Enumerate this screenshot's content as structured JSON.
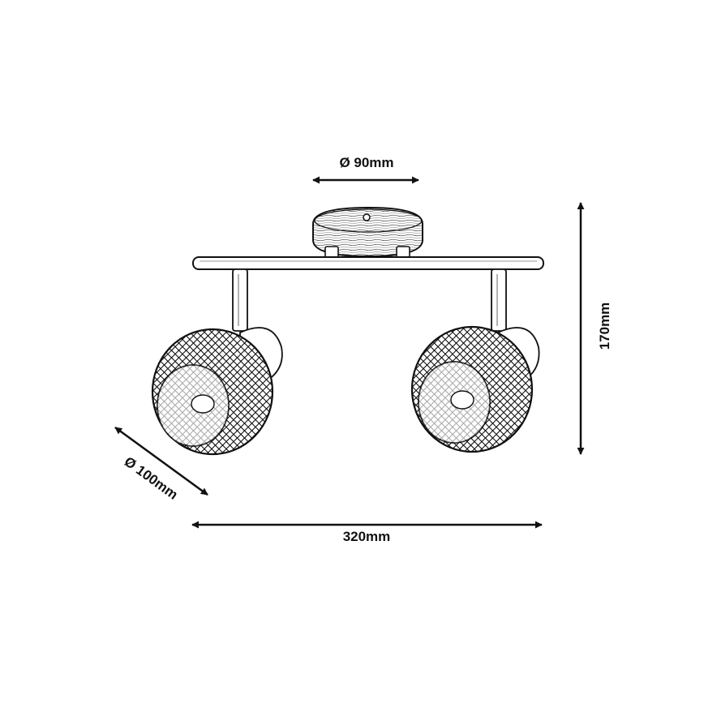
{
  "dimensions": {
    "base_diameter": "Ø 90mm",
    "height": "170mm",
    "shade_diameter": "Ø 100mm",
    "width": "320mm"
  },
  "colors": {
    "line": "#111111",
    "background": "#ffffff"
  }
}
